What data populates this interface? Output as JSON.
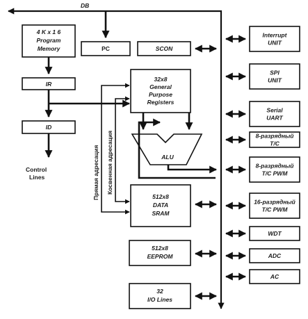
{
  "bus_label": "DB",
  "blocks": {
    "program_memory": [
      "4 K x 1 6",
      "Program",
      "Memory"
    ],
    "ir": "IR",
    "id": "ID",
    "control_lines": [
      "Control",
      "Lines"
    ],
    "pc": "PC",
    "scon": "SCON",
    "registers": [
      "32x8",
      "General",
      "Purpose",
      "Registers"
    ],
    "alu": "ALU",
    "data_sram": [
      "512x8",
      "DATA",
      "SRAM"
    ],
    "eeprom": [
      "512x8",
      "EEPROM"
    ],
    "io_lines": [
      "32",
      "I/O Lines"
    ]
  },
  "vertical_labels": {
    "direct_addressing": "Прямая адресация",
    "indirect_addressing": "Косвенная адресация"
  },
  "peripherals": [
    {
      "id": "interrupt",
      "lines": [
        "Interrupt",
        "UNIT"
      ]
    },
    {
      "id": "spi",
      "lines": [
        "SPI",
        "UNIT"
      ]
    },
    {
      "id": "serial",
      "lines": [
        "Serial",
        "UART"
      ]
    },
    {
      "id": "tc8a",
      "lines": [
        "8-разрядный",
        "T/C"
      ]
    },
    {
      "id": "tc8b",
      "lines": [
        "8-разрядный",
        "T/C    PWM"
      ]
    },
    {
      "id": "tc16",
      "lines": [
        "16-разрядный",
        "T/C    PWM"
      ]
    },
    {
      "id": "wdt",
      "lines": [
        "WDT"
      ]
    },
    {
      "id": "adc",
      "lines": [
        "ADC"
      ]
    },
    {
      "id": "ac",
      "lines": [
        "AC"
      ]
    }
  ]
}
